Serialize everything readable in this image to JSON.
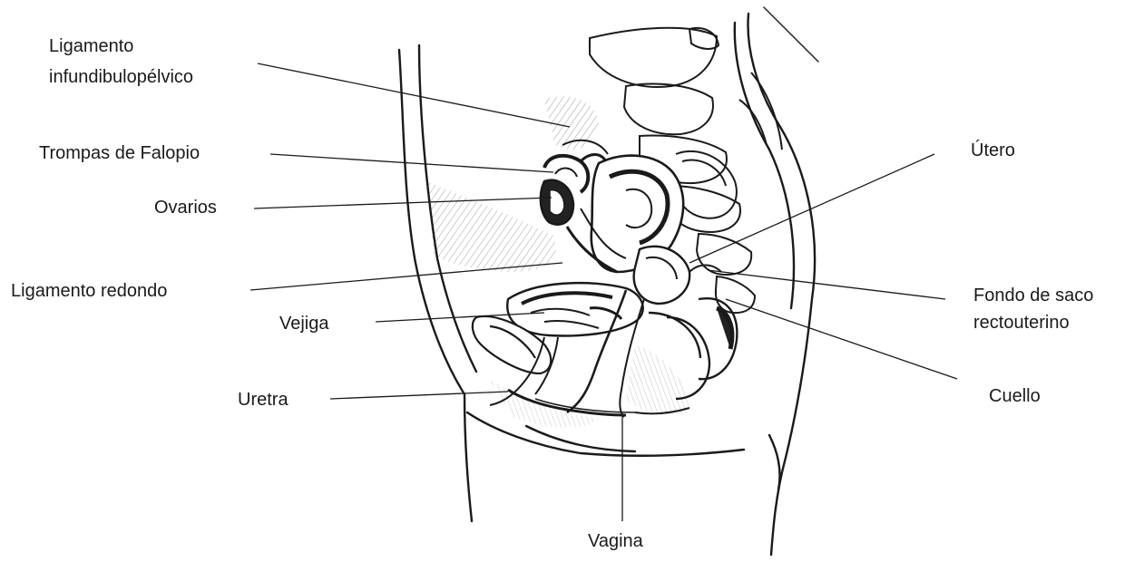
{
  "diagram": {
    "labels": {
      "ligamento_infundibulopelvico": [
        "Ligamento",
        "infundibulopélvico"
      ],
      "trompas": "Trompas de Falopio",
      "ovarios": "Ovarios",
      "ligamento_redondo": "Ligamento redondo",
      "vejiga": "Vejiga",
      "uretra": "Uretra",
      "vagina": "Vagina",
      "utero": "Útero",
      "fondo_de_saco": [
        "Fondo de saco",
        "rectouterino"
      ],
      "cuello": "Cuello"
    },
    "colors": {
      "ink": "#1a1a1a",
      "paper": "#ffffff",
      "shade": "#cfcfcf"
    }
  }
}
